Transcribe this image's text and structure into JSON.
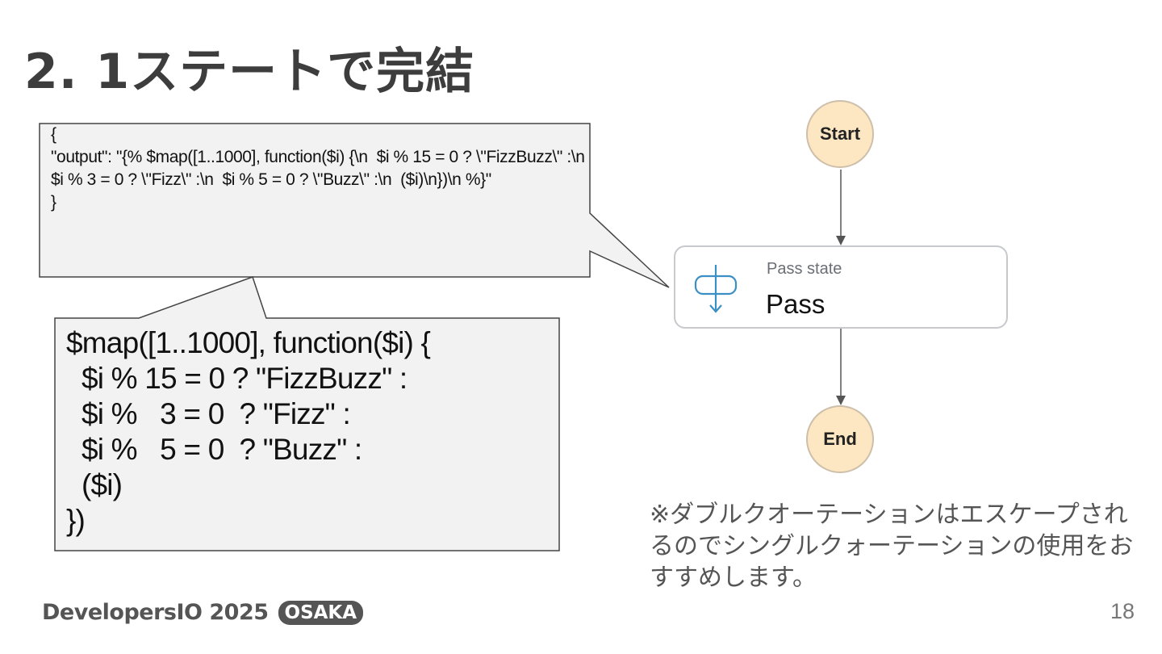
{
  "slide": {
    "title": "2. 1ステートで完結",
    "page_number": "18"
  },
  "callout_json": {
    "text": "{\n\"output\": \"{% $map([1..1000], function($i) {\\n  $i % 15 = 0 ? \\\"FizzBuzz\\\" :\\n  $i % 3 = 0 ? \\\"Fizz\\\" :\\n  $i % 5 = 0 ? \\\"Buzz\\\" :\\n  ($i)\\n})\\n %}\"\n}"
  },
  "callout_code": {
    "text": "$map([1..1000], function($i) {\n  $i % 15 = 0 ? \"FizzBuzz\" :\n  $i %   3 = 0  ? \"Fizz\" :\n  $i %   5 = 0  ? \"Buzz\" :\n  ($i)\n})"
  },
  "workflow": {
    "start_label": "Start",
    "end_label": "End",
    "pass_state": {
      "type_label": "Pass state",
      "name": "Pass",
      "icon": "pass-state-icon"
    }
  },
  "note": "※ダブルクオーテーションはエスケープされるのでシングルクォーテーションの使用をおすすめします。",
  "footer": {
    "brand": "DevelopersIO 2025",
    "badge": "OSAKA"
  },
  "colors": {
    "node_fill": "#fde7c3",
    "callout_fill": "#f2f2f2",
    "icon_blue": "#3b8fc4"
  }
}
